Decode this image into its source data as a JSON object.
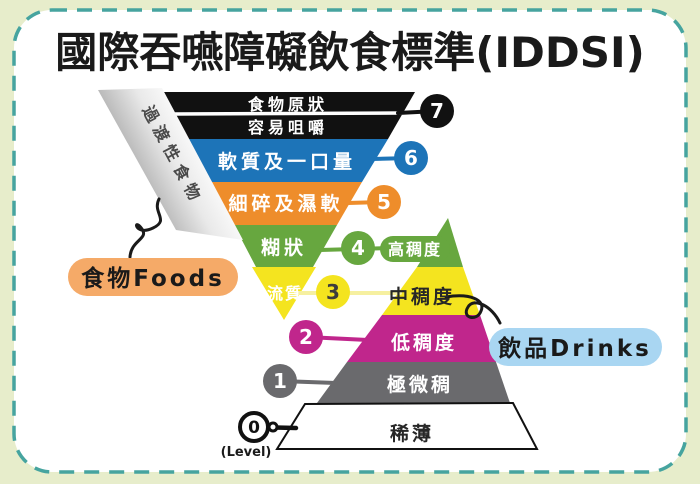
{
  "frame": {
    "background_color": "#e7edcb",
    "card_color": "#ffffff",
    "border_color": "#46a49f"
  },
  "title": "國際吞嚥障礙飲食標準(IDDSI)",
  "level_caption": "(Level)",
  "foods": {
    "group_label": "食物Foods",
    "group_pill_color": "#f5aa68",
    "transitional_label": "過渡性食物",
    "levels": [
      {
        "level": 7,
        "label": "食物原狀",
        "label2": "容易咀嚼",
        "color": "#111111",
        "text_color": "#ffffff"
      },
      {
        "level": 6,
        "label": "軟質及一口量",
        "color": "#1d74b8",
        "text_color": "#ffffff"
      },
      {
        "level": 5,
        "label": "細碎及濕軟",
        "color": "#ee8d2b",
        "text_color": "#ffffff"
      },
      {
        "level": 4,
        "label": "糊狀",
        "color": "#67a73f",
        "text_color": "#ffffff"
      },
      {
        "level": 3,
        "label": "流質",
        "color": "#f4e41f",
        "text_color": "#ffffff"
      }
    ]
  },
  "drinks": {
    "group_label": "飲品Drinks",
    "group_pill_color": "#a9d6f2",
    "levels": [
      {
        "level": 4,
        "label": "高稠度",
        "color": "#67a73f",
        "text_color": "#ffffff"
      },
      {
        "level": 3,
        "label": "中稠度",
        "color": "#f4e41f",
        "text_color": "#272727"
      },
      {
        "level": 2,
        "label": "低稠度",
        "color": "#c0268c",
        "text_color": "#ffffff"
      },
      {
        "level": 1,
        "label": "極微稠",
        "color": "#6a6a6d",
        "text_color": "#ffffff"
      },
      {
        "level": 0,
        "label": "稀薄",
        "color": "#ffffff",
        "text_color": "#272727"
      }
    ]
  }
}
